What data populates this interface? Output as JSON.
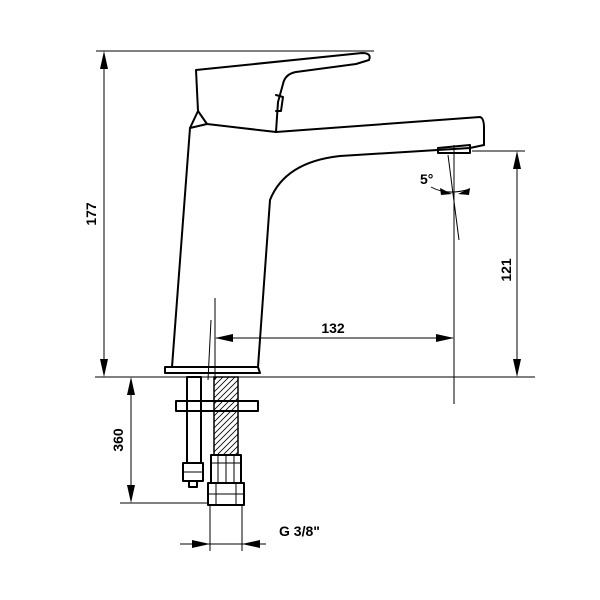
{
  "drawing": {
    "dimensions": {
      "total_height": "177",
      "spout_height": "121",
      "spout_reach": "132",
      "hose_length": "360",
      "connection_thread": "G 3/8\"",
      "spout_angle": "5°"
    }
  }
}
